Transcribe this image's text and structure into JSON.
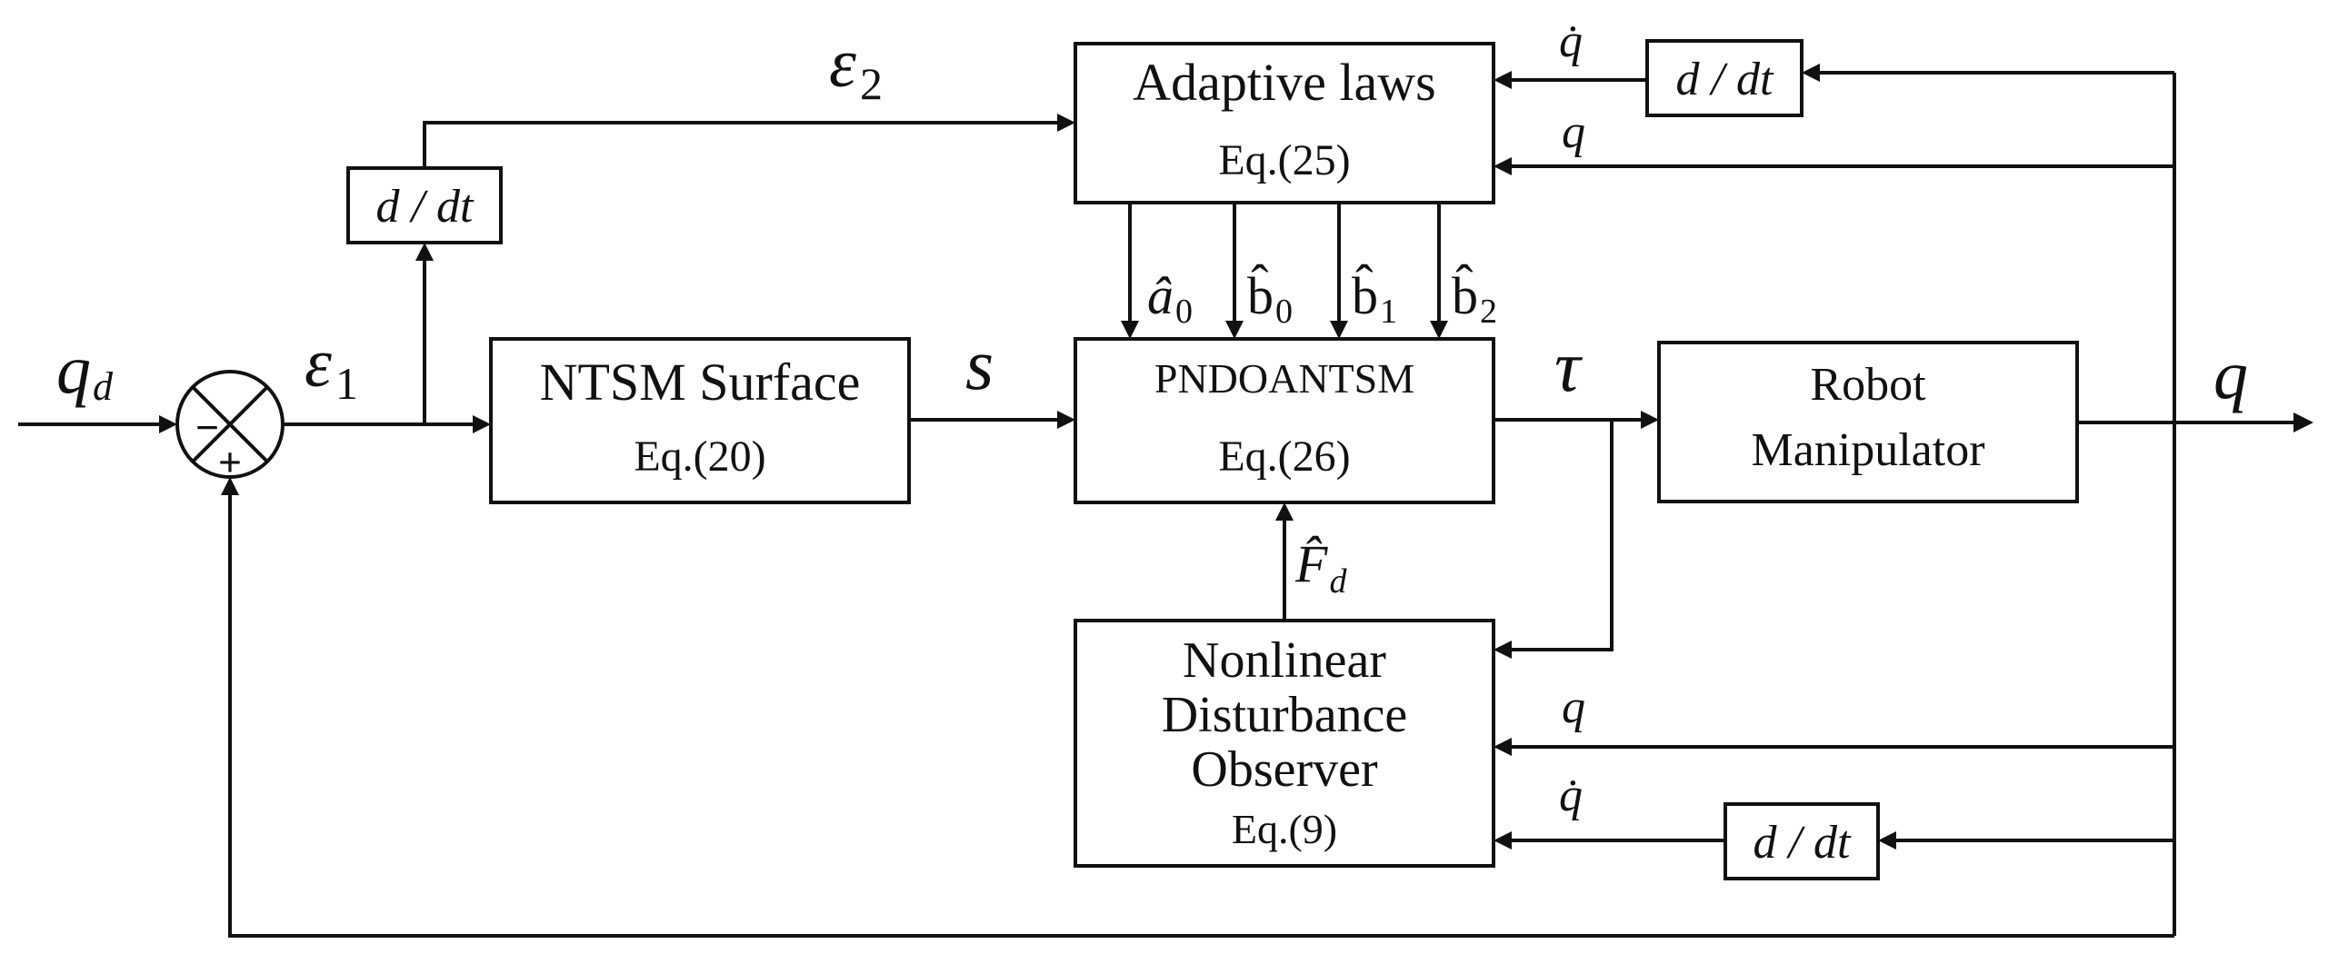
{
  "blocks": {
    "adaptive": {
      "title": "Adaptive laws",
      "eq": "Eq.(25)"
    },
    "ntsm": {
      "title": "NTSM Surface",
      "eq": "Eq.(20)"
    },
    "controller": {
      "title": "PNDOANTSM",
      "eq": "Eq.(26)"
    },
    "robot": {
      "line1": "Robot",
      "line2": "Manipulator"
    },
    "observer": {
      "line1": "Nonlinear",
      "line2": "Disturbance",
      "line3": "Observer",
      "eq": "Eq.(9)"
    },
    "diff_top_left": "d / dt",
    "diff_top_right": "d / dt",
    "diff_bottom": "d / dt"
  },
  "signals": {
    "qd_base": "q",
    "qd_sub": "d",
    "e1_base": "ε",
    "e1_sub": "1",
    "e2_base": "ε",
    "e2_sub": "2",
    "s": "s",
    "tau": "τ",
    "q_out": "q",
    "q_adaptive": "q",
    "qdot_adaptive": "q̇",
    "q_observer": "q",
    "qdot_observer": "q̇",
    "a0_base": "â",
    "a0_sub": "0",
    "b0_base": "b̂",
    "b0_sub": "0",
    "b1_base": "b̂",
    "b1_sub": "1",
    "b2_base": "b̂",
    "b2_sub": "2",
    "fd_base": "F̂",
    "fd_sub": "d"
  },
  "summing_junction": {
    "minus": "−",
    "plus": "+"
  }
}
